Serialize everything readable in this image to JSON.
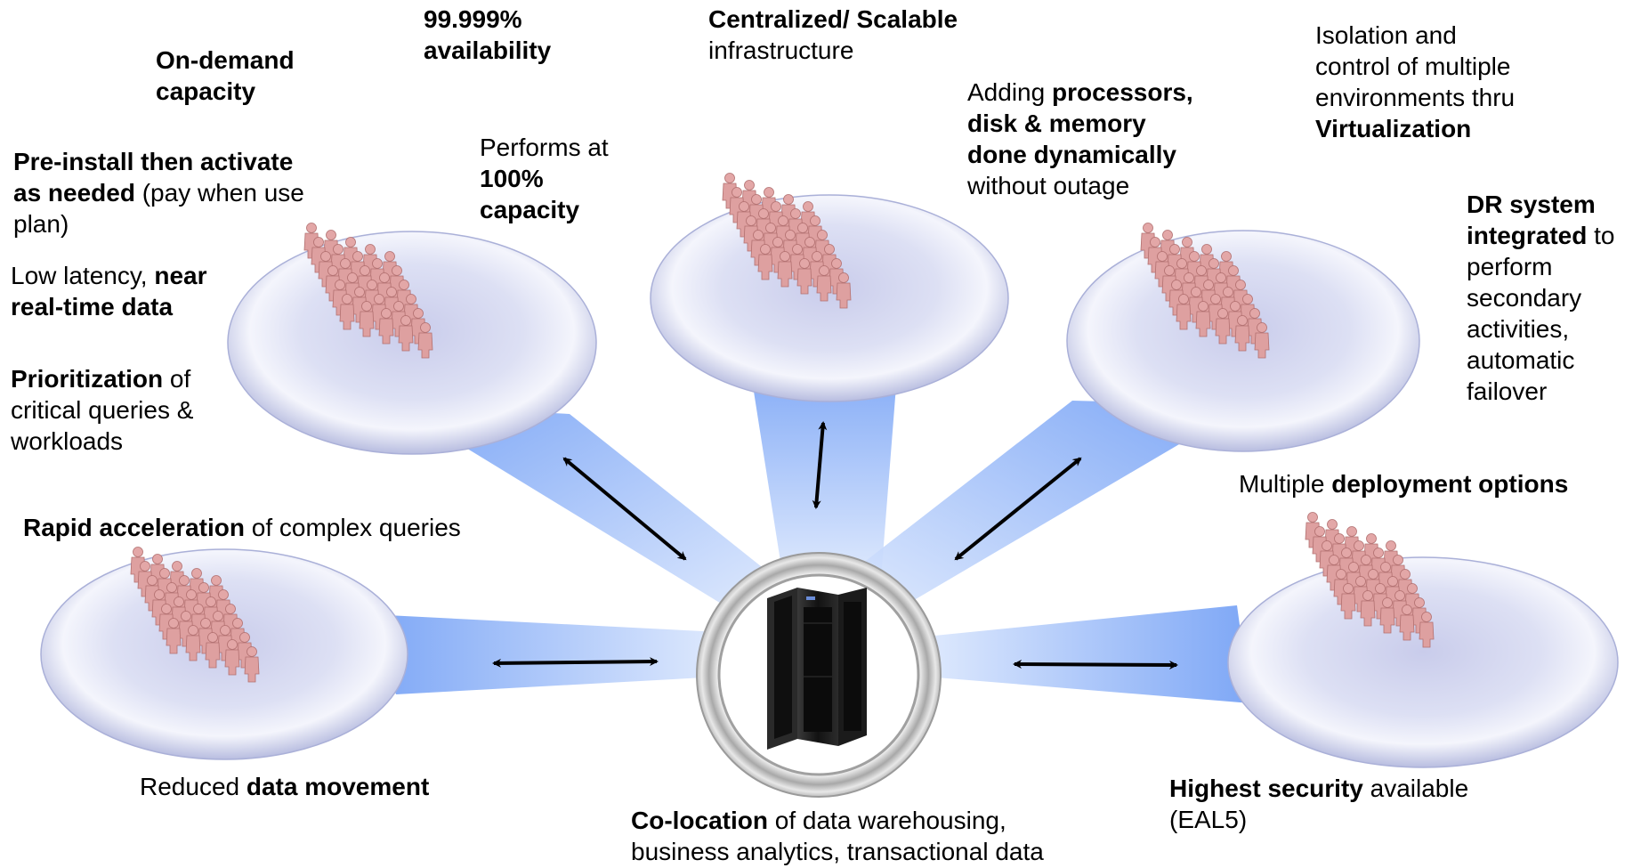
{
  "colors": {
    "beam": "#6f9df5",
    "beam_light": "#dbe7fd",
    "platform_rim": "#f2f2fc",
    "platform_center": "#cdd0ee",
    "people": "#e0a3a3",
    "people_dark": "#b06d6d",
    "arrow": "#000000",
    "hub_ring": "#bdbdbd",
    "server": "#1c1c1c"
  },
  "icons": {
    "people_group": "people-group-icon",
    "server": "server-rack-icon",
    "arrow": "double-headed-arrow-icon"
  },
  "labels": {
    "availability": [
      {
        "b": "99.999%"
      },
      {
        "b": "availability"
      }
    ],
    "centralized": [
      {
        "b": "Centralized/ Scalable"
      },
      {
        "t": "infrastructure"
      }
    ],
    "isolation": [
      {
        "t": "Isolation and"
      },
      {
        "t": "control of multiple"
      },
      {
        "t": "environments thru"
      },
      {
        "b": "Virtualization"
      }
    ],
    "on_demand": [
      {
        "b": "On-demand"
      },
      {
        "b": "capacity"
      }
    ],
    "adding": [
      {
        "t": "Adding ",
        "b": "processors,"
      },
      {
        "b": "disk & memory"
      },
      {
        "b": "done dynamically"
      },
      {
        "t": "without outage"
      }
    ],
    "preinstall": [
      {
        "b": "Pre-install then activate"
      },
      {
        "b": "as needed",
        "t": " (pay when use"
      },
      {
        "t": "plan)"
      }
    ],
    "performs": [
      {
        "t": "Performs at"
      },
      {
        "b": "100%"
      },
      {
        "b": "capacity"
      }
    ],
    "dr": [
      {
        "b": "DR system"
      },
      {
        "b": "integrated",
        "t": " to"
      },
      {
        "t": "perform"
      },
      {
        "t": "secondary"
      },
      {
        "t": "activities,"
      },
      {
        "t": "automatic"
      },
      {
        "t": "failover"
      }
    ],
    "latency": [
      {
        "t": "Low latency, ",
        "b": "near"
      },
      {
        "b": "real-time data"
      }
    ],
    "prioritization": [
      {
        "b": "Prioritization",
        "t": " of"
      },
      {
        "t": "critical  queries &"
      },
      {
        "t": "workloads"
      }
    ],
    "deployment": [
      {
        "t": "Multiple ",
        "b": "deployment options"
      }
    ],
    "rapid": [
      {
        "b": "Rapid acceleration",
        "t": " of  complex queries"
      }
    ],
    "data_movement": [
      {
        "t": "Reduced ",
        "b": "data movement"
      }
    ],
    "security": [
      {
        "b": "Highest security",
        "t": " available"
      },
      {
        "t": "(EAL5)"
      }
    ],
    "colocation": [
      {
        "b": "Co-location",
        "t": " of data warehousing,"
      },
      {
        "t": "business analytics, transactional data"
      }
    ]
  }
}
